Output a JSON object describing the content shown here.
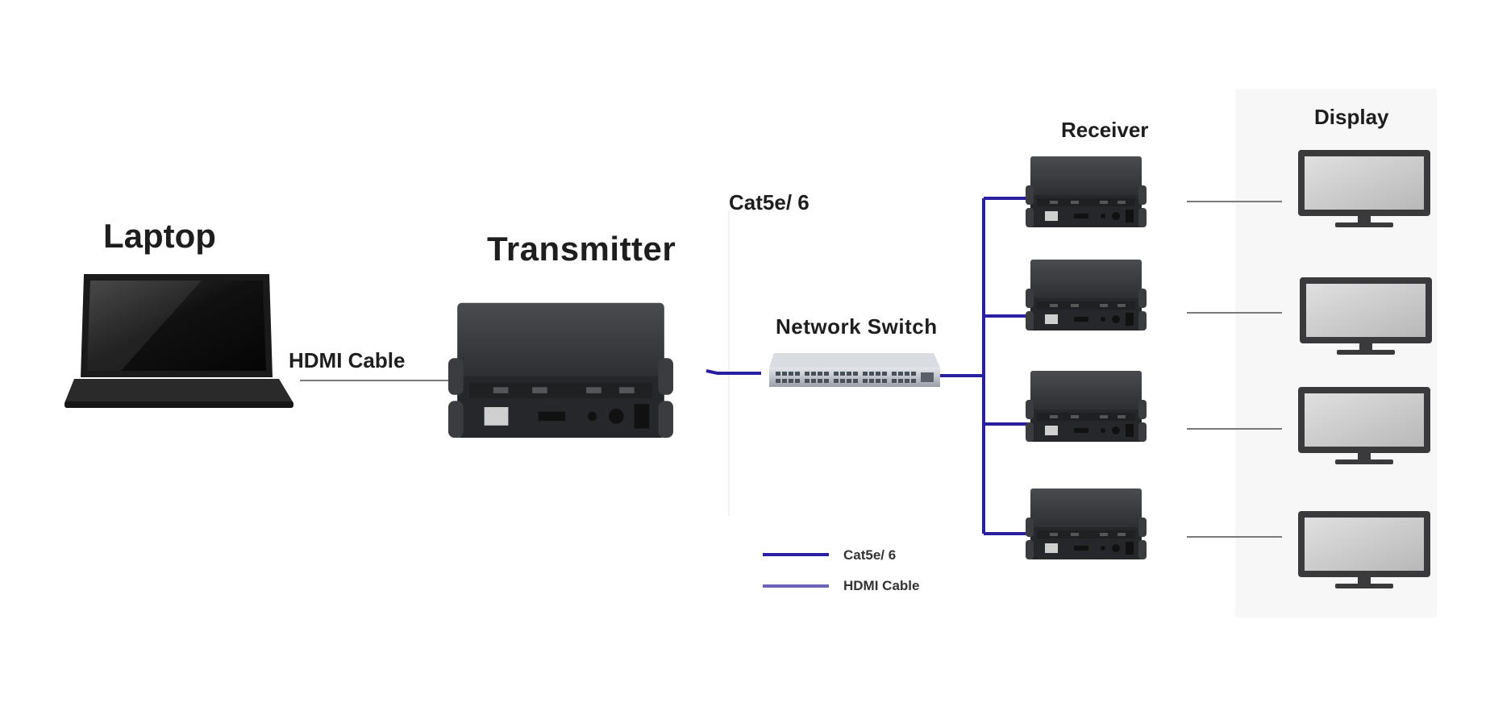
{
  "labels": {
    "laptop": "Laptop",
    "transmitter": "Transmitter",
    "receiver": "Receiver",
    "display": "Display",
    "cat_top": "Cat5e/ 6",
    "network_switch": "Network Switch",
    "hdmi_cable": "HDMI Cable"
  },
  "legend": {
    "cat": "Cat5e/ 6",
    "hdmi": "HDMI Cable"
  },
  "colors": {
    "cat_line": "#2a1fa0",
    "hdmi_line": "#6a64b8",
    "device_dark": "#2f3033",
    "screen": "#c8c8c8"
  }
}
